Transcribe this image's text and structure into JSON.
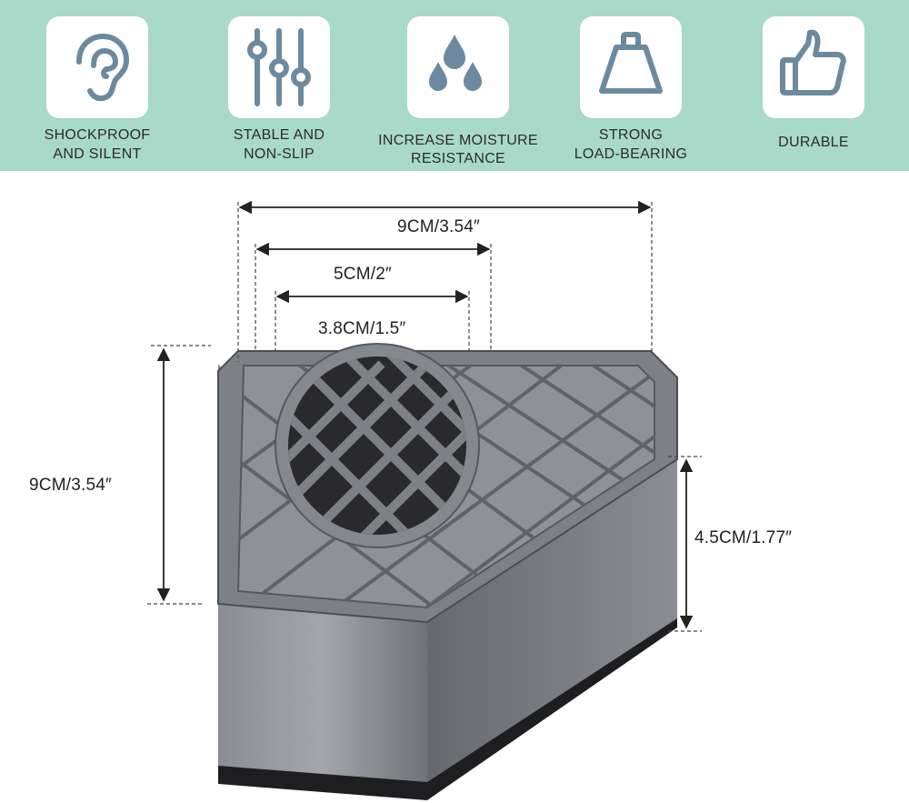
{
  "features": [
    {
      "icon": "ear-icon",
      "line1": "SHOCKPROOF",
      "line2": "AND SILENT"
    },
    {
      "icon": "sliders-icon",
      "line1": "STABLE AND",
      "line2": "NON-SLIP"
    },
    {
      "icon": "water-drops-icon",
      "line1": "INCREASE MOISTURE",
      "line2": "RESISTANCE"
    },
    {
      "icon": "weight-icon",
      "line1": "STRONG",
      "line2": "LOAD-BEARING"
    },
    {
      "icon": "thumbs-up-icon",
      "line1": "DURABLE",
      "line2": ""
    }
  ],
  "dimensions": {
    "overall_width": "9CM/3.54″",
    "opening_outer": "5CM/2″",
    "opening_inner": "3.8CM/1.5″",
    "depth": "9CM/3.54″",
    "height": "4.5CM/1.77″"
  },
  "colors": {
    "banner": "#a9d9c9",
    "icon": "#6b8aa0",
    "product_gray": "#7c7f84",
    "product_base": "#1e1e20"
  }
}
